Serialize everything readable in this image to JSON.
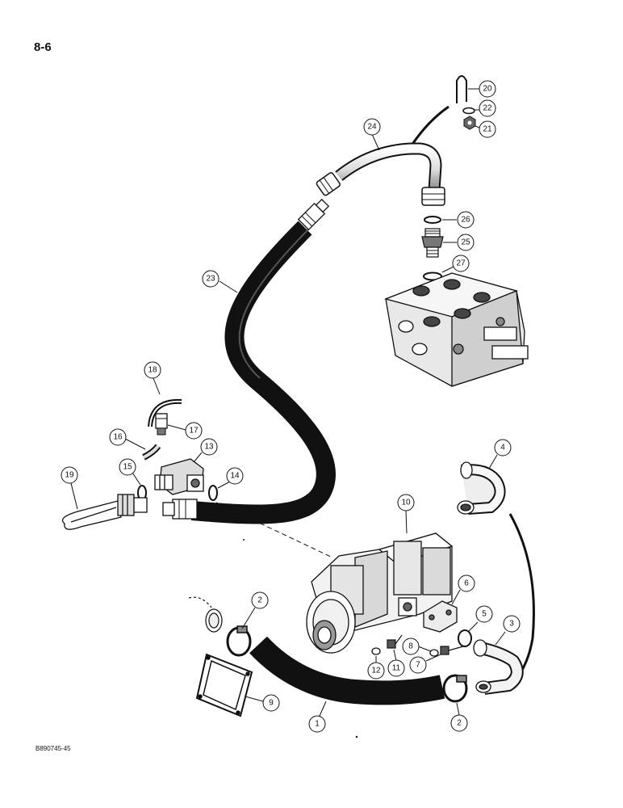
{
  "page": {
    "number": "8-6",
    "figure_id": "B890745-45"
  },
  "callouts": [
    {
      "id": "c1",
      "label": "1"
    },
    {
      "id": "c2a",
      "label": "2"
    },
    {
      "id": "c2b",
      "label": "2"
    },
    {
      "id": "c3",
      "label": "3"
    },
    {
      "id": "c4",
      "label": "4"
    },
    {
      "id": "c5",
      "label": "5"
    },
    {
      "id": "c6",
      "label": "6"
    },
    {
      "id": "c7",
      "label": "7"
    },
    {
      "id": "c8",
      "label": "8"
    },
    {
      "id": "c9",
      "label": "9"
    },
    {
      "id": "c10",
      "label": "10"
    },
    {
      "id": "c11",
      "label": "11"
    },
    {
      "id": "c12",
      "label": "12"
    },
    {
      "id": "c13",
      "label": "13"
    },
    {
      "id": "c14",
      "label": "14"
    },
    {
      "id": "c15",
      "label": "15"
    },
    {
      "id": "c16",
      "label": "16"
    },
    {
      "id": "c17",
      "label": "17"
    },
    {
      "id": "c18",
      "label": "18"
    },
    {
      "id": "c19",
      "label": "19"
    },
    {
      "id": "c20",
      "label": "20"
    },
    {
      "id": "c21",
      "label": "21"
    },
    {
      "id": "c22",
      "label": "22"
    },
    {
      "id": "c23",
      "label": "23"
    },
    {
      "id": "c24",
      "label": "24"
    },
    {
      "id": "c25",
      "label": "25"
    },
    {
      "id": "c26",
      "label": "26"
    },
    {
      "id": "c27",
      "label": "27"
    }
  ]
}
